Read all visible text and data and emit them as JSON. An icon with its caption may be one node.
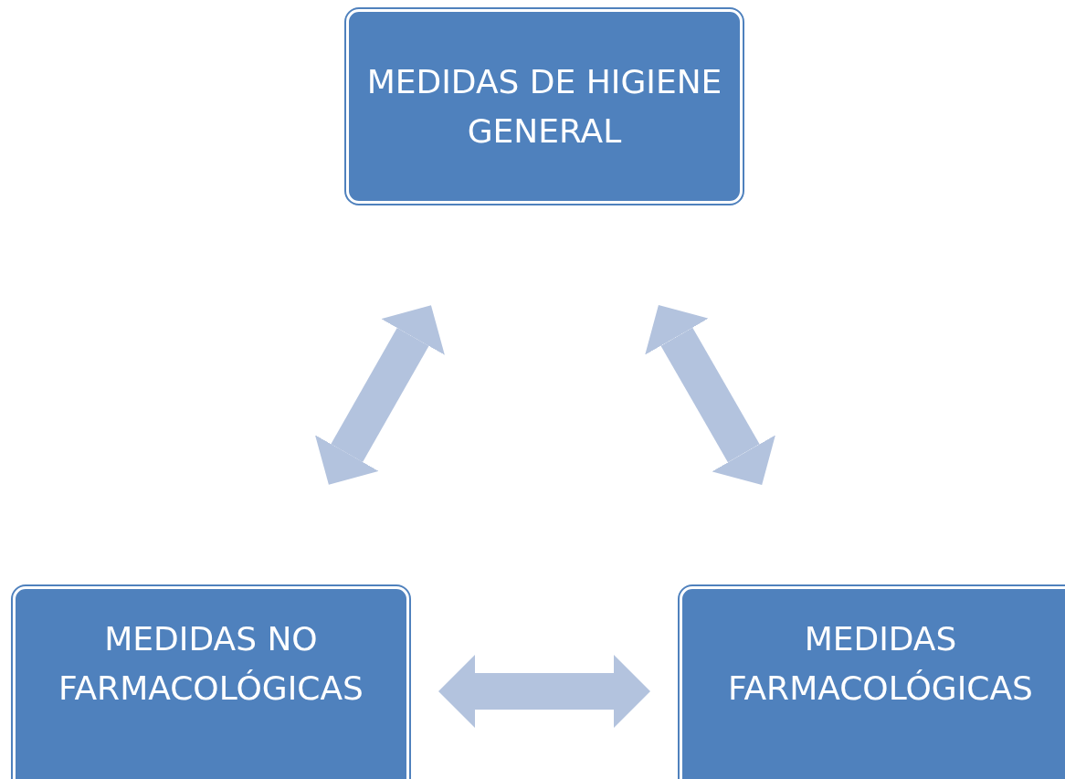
{
  "diagram": {
    "nodes": [
      {
        "text": [
          "MEDIDAS DE HIGIENE GENERAL"
        ]
      },
      {
        "text": [
          "MEDIDAS NO FARMACOLÓGICAS"
        ]
      },
      {
        "text": [
          "MEDIDAS FARMACOLÓGICAS"
        ]
      }
    ],
    "edges": [
      {
        "from": 0,
        "to": 1,
        "arrow": "both"
      },
      {
        "from": 0,
        "to": 2,
        "arrow": "both"
      },
      {
        "from": 1,
        "to": 2,
        "arrow": "both"
      }
    ]
  }
}
